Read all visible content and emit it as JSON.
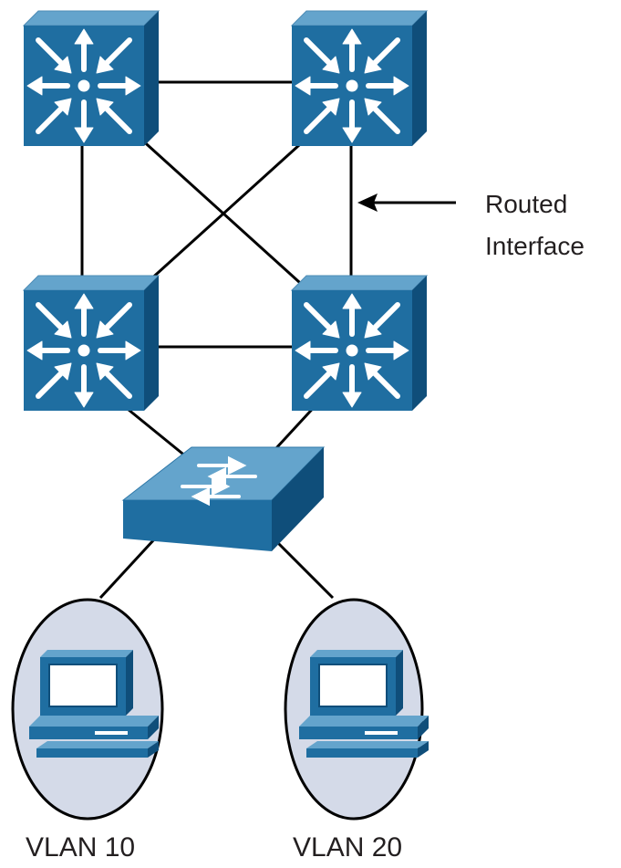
{
  "annotation": {
    "line1": "Routed",
    "line2": "Interface"
  },
  "vlans": [
    {
      "label": "VLAN 10"
    },
    {
      "label": "VLAN 20"
    }
  ],
  "devices": {
    "routers": [
      {
        "icon": "multilayer-switch-icon"
      },
      {
        "icon": "multilayer-switch-icon"
      },
      {
        "icon": "multilayer-switch-icon"
      },
      {
        "icon": "multilayer-switch-icon"
      }
    ],
    "access_switch": {
      "icon": "workgroup-switch-icon"
    },
    "hosts": [
      {
        "icon": "workstation-icon"
      },
      {
        "icon": "workstation-icon"
      }
    ]
  },
  "colors": {
    "device_front": "#1f6ea1",
    "device_top": "#64a4cc",
    "device_side": "#0f4e7a",
    "link": "#000000",
    "host_ellipse": "#d4dae8"
  }
}
